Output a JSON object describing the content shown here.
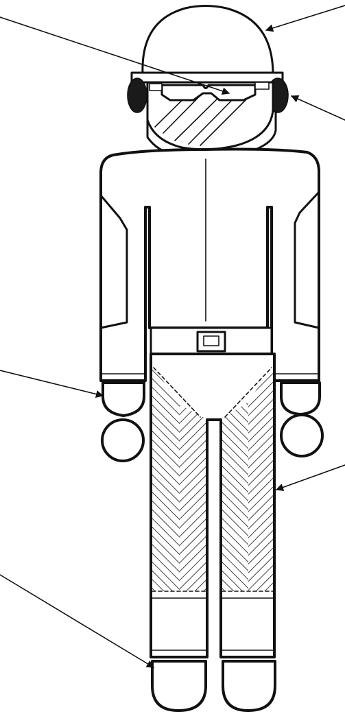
{
  "figure": {
    "description_text": "",
    "colors": {
      "ink": "#111111",
      "paper": "#ffffff",
      "glare": "#e6e6e6"
    },
    "leader_lines": [
      "hard-hat-leader",
      "safety-glasses-leader",
      "ear-protection-leader",
      "gloves-leader",
      "coveralls-leader",
      "boots-leader"
    ]
  }
}
